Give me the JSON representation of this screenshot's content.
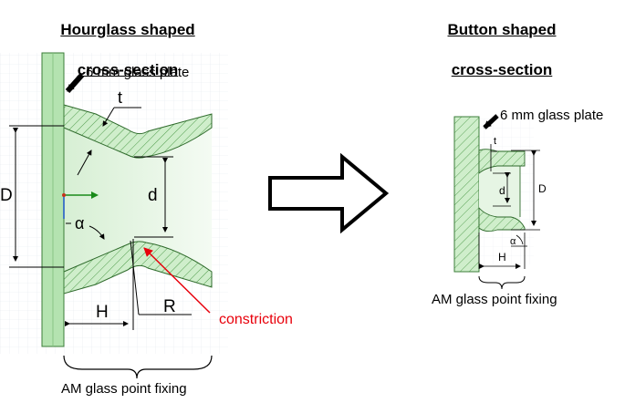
{
  "left_panel": {
    "title_line1": "Hourglass shaped",
    "title_line2": "cross-section",
    "glass_plate_label": "6 mm glass plate",
    "dim_t": "t",
    "dim_D": "D",
    "dim_d": "d",
    "dim_alpha": "α",
    "dim_H": "H",
    "dim_R": "R",
    "constriction_label": "constriction",
    "fixing_label": "AM glass point fixing"
  },
  "right_panel": {
    "title_line1": "Button shaped",
    "title_line2": "cross-section",
    "glass_plate_label": "6 mm glass plate",
    "dim_t": "t",
    "dim_D": "D",
    "dim_d": "d",
    "dim_alpha": "α",
    "dim_H": "H",
    "fixing_label": "AM glass point fixing"
  },
  "colors": {
    "glass_green": "#b4e3b0",
    "hatch_green": "#4e9a4a",
    "body_fill": "#e3f4e1",
    "constriction_red": "#e8000b",
    "grid": "#dde3ea"
  },
  "arrow_icon": "right-hollow-arrow-icon"
}
